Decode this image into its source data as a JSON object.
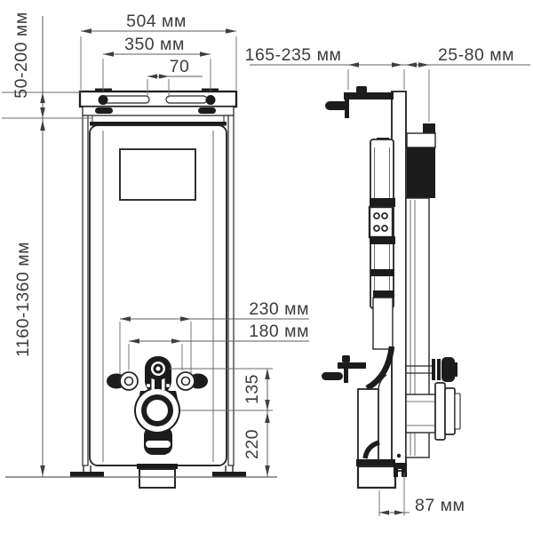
{
  "drawing": {
    "title": "Concealed WC installation frame — dimensional drawing",
    "units": "мм",
    "front_view": {
      "dims": {
        "top_width": "504 мм",
        "anchor_spacing": "350 мм",
        "slot_gap": "70",
        "top_bracket_range": "50-200 мм",
        "height_range": "1160-1360 мм",
        "fixing_outer": "230 мм",
        "fixing_inner": "180 мм",
        "inlet_to_outlet": "135",
        "outlet_to_floor": "220"
      }
    },
    "side_view": {
      "dims": {
        "bracket_depth_range": "165-235 мм",
        "wall_gap_range": "25-80 мм",
        "outlet_offset": "87 мм"
      }
    },
    "colors": {
      "line": "#272727",
      "dimension_line": "#5c5c5c",
      "text": "#3c3c3c",
      "background": "#ffffff"
    }
  }
}
